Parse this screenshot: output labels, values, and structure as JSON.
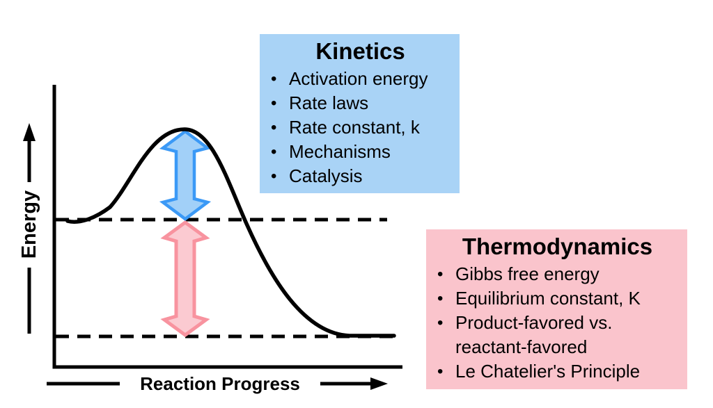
{
  "bullet_char": "•",
  "axes": {
    "y_label": "Energy",
    "x_label": "Reaction Progress",
    "axis_color": "#000000"
  },
  "curve": {
    "description": "reaction energy profile curve",
    "color": "#000000"
  },
  "arrows": {
    "activation": {
      "fill": "#A2D0F8",
      "stroke": "#3B99F6"
    },
    "gibbs": {
      "fill": "#FBCAD1",
      "stroke": "#F8939F"
    }
  },
  "kinetics_box": {
    "bg": "#A9D3F6",
    "title": "Kinetics",
    "items": [
      "Activation energy",
      "Rate laws",
      "Rate constant, k",
      "Mechanisms",
      "Catalysis"
    ]
  },
  "thermodynamics_box": {
    "bg": "#FAC4CC",
    "title": "Thermodynamics",
    "items": [
      "Gibbs free energy",
      "Equilibrium constant, K",
      "Product-favored vs. reactant-favored",
      "Le Chatelier's Principle"
    ]
  }
}
